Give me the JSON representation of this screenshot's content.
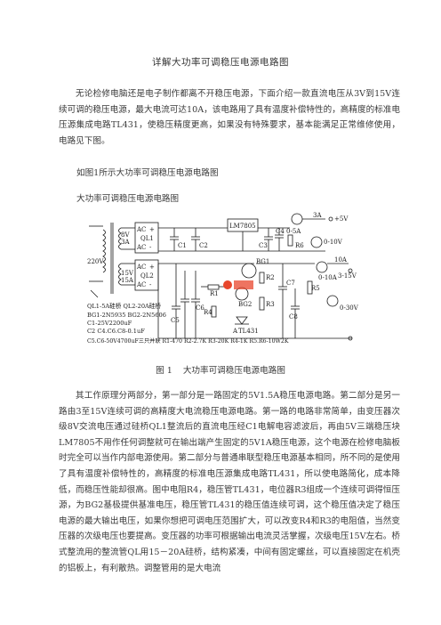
{
  "document": {
    "title": "详解大功率可调稳压电源电路图",
    "intro": "无论检修电脑还是电子制作都离不开稳压电源，下面介绍一款直流电压从3V到15V连续可调的稳压电源，最大电流可达10A，该电路用了具有温度补偿特性的，高精度的标准电压源集成电路TL431，使稳压精度更高，如果没有特殊要求，基本能满足正常维修使用，电路见下图。",
    "fig_ref": "如图1所示大功率可调稳压电源电路图",
    "fig_heading": "大功率可调稳压电源电路图",
    "caption_num": "图 1",
    "caption_text": "大功率可调稳压电源电路图",
    "body": "其工作原理分两部分，第一部分是一路固定的5V1.5A稳压电源电路。第二部分是另一路由3至15V连续可调的高精度大电流稳压电源电路。第一路的电路非常简单，由变压器次级8V交流电压通过硅桥QL1整流后的直流电压经C1电解电容滤波后，再由5V三端稳压块LM7805不用作任何调整就可在输出端产生固定的5V1A稳压电源，这个电源在检修电脑板时完全可以当作内部电源使用。第二部分与普通串联型稳压电源基本相同，所不同的是使用了具有温度补偿特性的，高精度的标准电压源集成电路TL431，所以使电路简化，成本降低，而稳压性能却很高。图中电阻R4，稳压管TL431，电位器R3组成一个连续可调得恒压源，为BG2基极提供基准电压，稳压管TL431的稳压值连续可调，这个稳压值决定了稳压电源的最大输出电压，如果你想把可调电压范围扩大，可以改变R4和R3的电阻值，当然变压器的次级电压也要提高。变压器的功率可根据输出电流灵活掌握，次级电压15V左右。桥式整流用的整流管QL用15－20A硅桥，结构紧凑，中间有固定螺丝，可以直接固定在机壳的铝板上，有利散热。调整管用的是大电流"
  },
  "circuit": {
    "lm7805": "LM7805",
    "v220": "220V",
    "v8": "8V",
    "a3": "3A",
    "v15": "15V",
    "a15": "15A",
    "ac": "AC",
    "plus": "+",
    "minus": "-",
    "ql1": "QL1",
    "ql2": "QL2",
    "c1": "C1",
    "c2": "C2",
    "c3": "C3",
    "c4": "C4",
    "c5": "C5",
    "c6": "C6",
    "c7": "C7",
    "c8": "C8",
    "r1": "R1",
    "r2": "R2",
    "r3": "R3",
    "r4": "R4",
    "r5": "R5",
    "r6": "R6",
    "bg1": "BG1",
    "bg2": "BG2",
    "tl431": "TL431",
    "a": "A",
    "meter1": "0-5A",
    "meter2": "0-10V",
    "meter3": "0-10A",
    "meter4": "0-30V",
    "out1": "+5V",
    "out2": "3-15V",
    "a3b": "3A",
    "a10": "10A",
    "legend1": "QL1-5A硅桥  QL2-20A硅桥",
    "legend2": "BG1-2N5935  BG2-2N5606",
    "legend3": "C1-25V2200uF",
    "legend4": "C2  C4.C6.C8-0.1uF",
    "legend5": "C5.C6-50V4700uF三只并联   R1-470   R2-2.7K   R3-20K     R4-1K   R5.R6-10W2K"
  },
  "colors": {
    "text": "#3a3a3a",
    "wire": "#1a1a1a",
    "watermark": "#e8462c"
  }
}
